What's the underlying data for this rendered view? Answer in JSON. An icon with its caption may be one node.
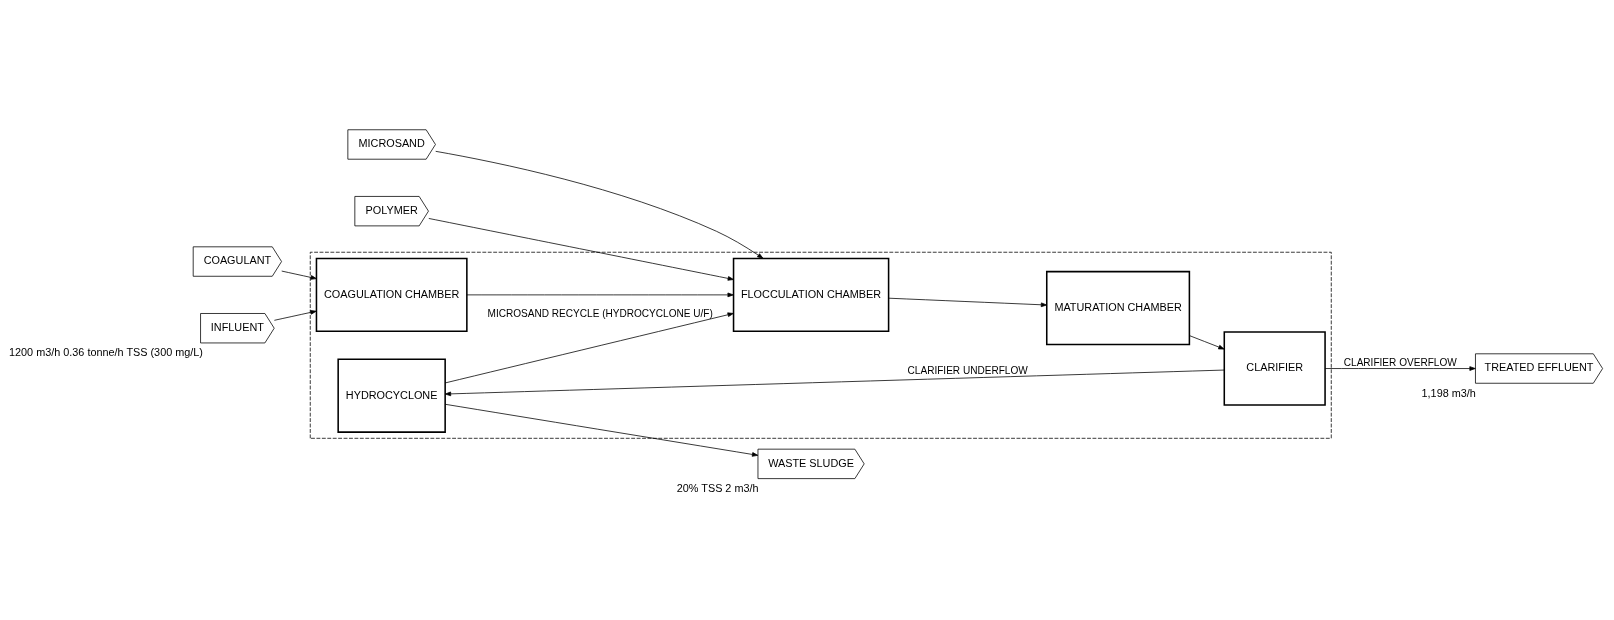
{
  "diagram": {
    "nodes": [
      {
        "text": [
          "POLYMER"
        ]
      },
      {
        "text": [
          "MICROSAND"
        ]
      },
      {
        "text": [
          "COAGULANT"
        ]
      },
      {
        "text": [
          "WASTE SLUDGE"
        ],
        "beside": [
          "20% TSS 2 m3/h"
        ]
      },
      {
        "text": [],
        "shape": "box"
      },
      {
        "text": [
          "HYDROCYCLONE"
        ],
        "in": 4
      },
      {
        "text": [
          "INFLUENT"
        ],
        "beside": [
          "1200 m3/h 0.36 tonne/h TSS (300 mg/L)"
        ]
      },
      {
        "text": [
          "COAGULATION CHAMBER"
        ],
        "in": 4
      },
      {
        "text": [
          "FLOCCULATION CHAMBER"
        ],
        "in": 4
      },
      {
        "text": [
          "MATURATION CHAMBER"
        ],
        "in": 4
      },
      {
        "text": [
          "CLARIFIER"
        ],
        "in": 4
      },
      {
        "text": [
          "TREATED EFFLUENT"
        ],
        "beside": [
          "1,198 m3/h"
        ]
      }
    ],
    "edges": [
      {
        "from": 0,
        "to": 8,
        "arrow": "to"
      },
      {
        "from": 1,
        "to": 8,
        "arrow": "to"
      },
      {
        "from": 2,
        "to": 7,
        "arrow": "to"
      },
      {
        "from": 6,
        "to": 7,
        "arrow": "to"
      },
      {
        "from": 7,
        "to": 8,
        "arrow": "to"
      },
      {
        "from": 8,
        "to": 9,
        "arrow": "to"
      },
      {
        "from": 9,
        "to": 10,
        "arrow": "to"
      },
      {
        "from": 10,
        "to": 5,
        "arrow": "to",
        "label": "CLARIFIER UNDERFLOW"
      },
      {
        "from": 5,
        "to": 8,
        "arrow": "to",
        "label": "MICROSAND RECYCLE (HYDROCYCLONE U/F)"
      },
      {
        "from": 5,
        "to": 3,
        "arrow": "to"
      },
      {
        "from": 10,
        "to": 11,
        "arrow": "to",
        "label": "CLARIFIER OVERFLOW"
      }
    ]
  }
}
